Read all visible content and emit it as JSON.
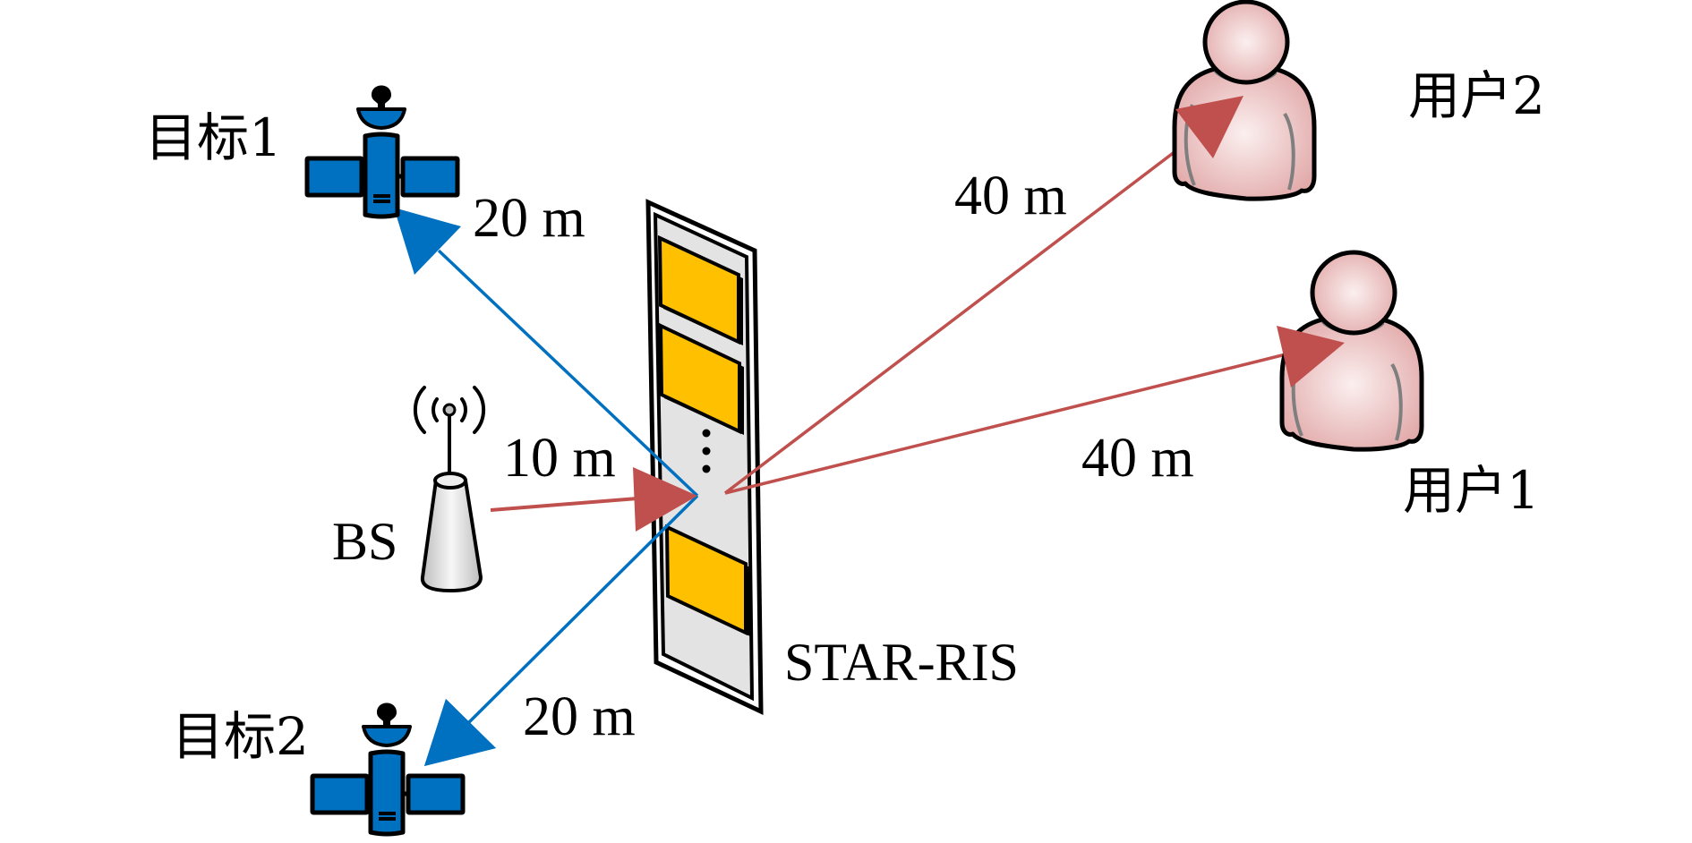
{
  "figure": {
    "type": "system-model-diagram",
    "colors": {
      "sensing_link": "#0070C0",
      "comm_link": "#C0504D",
      "ris_element": "#FFC000",
      "ris_panel": "#E3E3E3",
      "user_fill": "#EFC4C4",
      "satellite": "#0070C0"
    }
  },
  "nodes": {
    "bs": {
      "label": "BS",
      "icon": "base-station-icon"
    },
    "ris": {
      "label": "STAR-RIS",
      "icon": "star-ris-panel",
      "elements_shown": 3,
      "ellipsis": "⋮"
    },
    "target1": {
      "label": "目标1",
      "icon": "satellite-icon"
    },
    "target2": {
      "label": "目标2",
      "icon": "satellite-icon"
    },
    "user1": {
      "label": "用户1",
      "icon": "user-icon"
    },
    "user2": {
      "label": "用户2",
      "icon": "user-icon"
    }
  },
  "links": {
    "bs_to_ris": {
      "from": "BS",
      "to": "STAR-RIS",
      "distance": "10 m",
      "color": "#C0504D"
    },
    "ris_to_target1": {
      "from": "STAR-RIS",
      "to": "目标1",
      "distance": "20 m",
      "color": "#0070C0"
    },
    "ris_to_target2": {
      "from": "STAR-RIS",
      "to": "目标2",
      "distance": "20 m",
      "color": "#0070C0"
    },
    "ris_to_user2": {
      "from": "STAR-RIS",
      "to": "用户2",
      "distance": "40 m",
      "color": "#C0504D"
    },
    "ris_to_user1": {
      "from": "STAR-RIS",
      "to": "用户1",
      "distance": "40 m",
      "color": "#C0504D"
    }
  }
}
